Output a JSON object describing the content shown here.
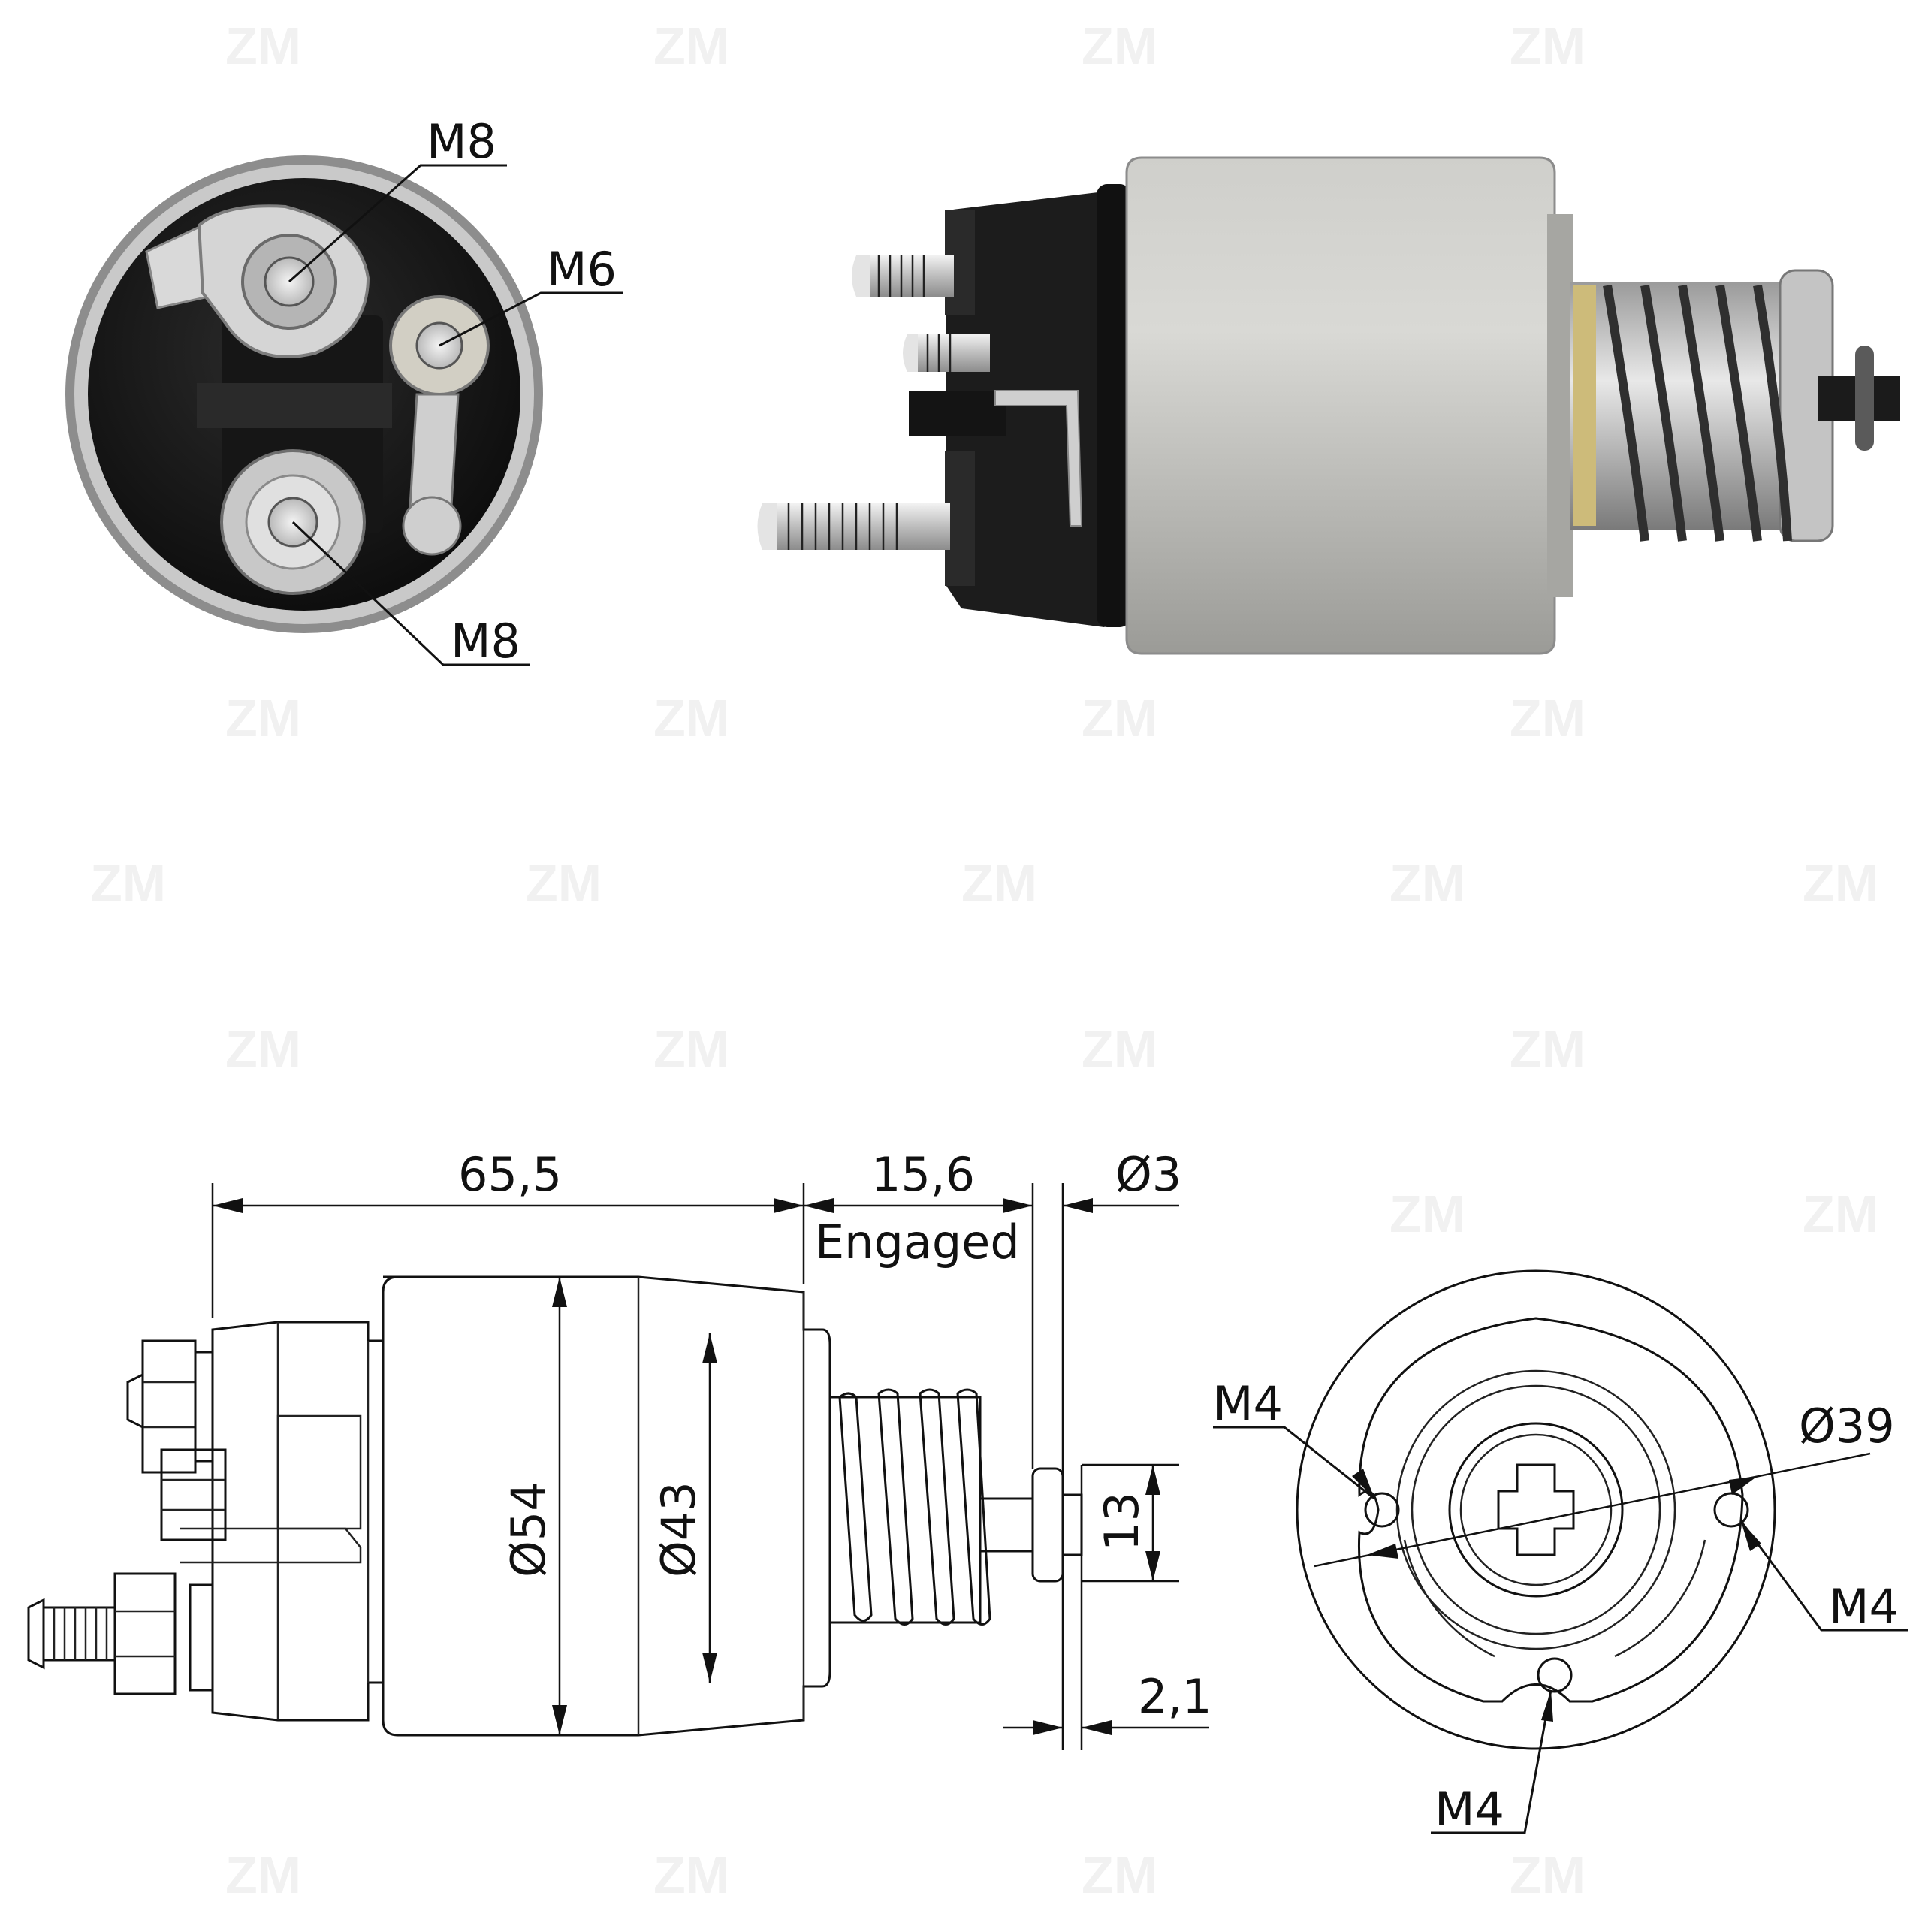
{
  "watermark": {
    "text": "ZM"
  },
  "photo_labels": {
    "top_terminal": "M8",
    "small_terminal": "M6",
    "bottom_terminal": "M8"
  },
  "dimensions": {
    "body_length": "65,5",
    "plunger_travel": "15,6",
    "engaged": "Engaged",
    "pin_diameter": "Ø3",
    "body_diameter": "Ø54",
    "spring_diameter": "Ø43",
    "plunger_slot": "13",
    "tip_length": "2,1",
    "bolt_circle": "Ø39",
    "hole_left": "M4",
    "hole_right": "M4",
    "hole_bottom": "M4"
  },
  "colors": {
    "housing": "#b9b9b5",
    "cap": "#1c1c1c",
    "metal": "#d6d6d6",
    "brass": "#cdbb7a"
  }
}
